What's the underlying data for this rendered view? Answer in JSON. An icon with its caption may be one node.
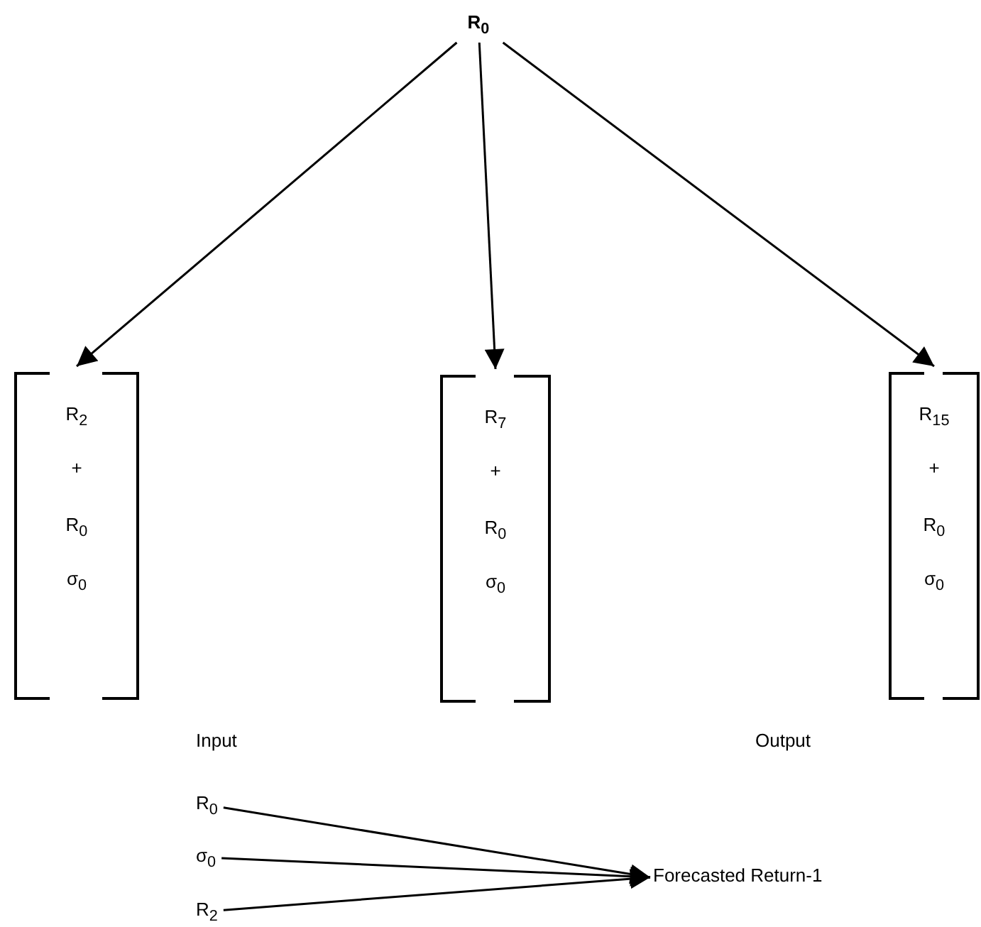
{
  "diagram": {
    "nodes": [
      {
        "text": [
          "R$_{0}$"
        ]
      },
      {
        "text": [
          "R$_{2}$",
          "+",
          "R$_{0}$",
          "σ$_{0}$"
        ]
      },
      {
        "text": [
          "R$_{7}$",
          "+",
          "R$_{0}$",
          "σ$_{0}$"
        ]
      },
      {
        "text": [
          "R$_{15}$",
          "+",
          "R$_{0}$",
          "σ$_{0}$"
        ]
      },
      {
        "text": [
          "R$_{0}$"
        ]
      },
      {
        "text": [
          "σ$_{0}$"
        ]
      },
      {
        "text": [
          "R$_{2}$"
        ]
      },
      {
        "text": [
          "Forecasted Return-1"
        ]
      }
    ],
    "edges": [
      {
        "from": 0,
        "to": 1,
        "arrow": "to"
      },
      {
        "from": 0,
        "to": 2,
        "arrow": "to"
      },
      {
        "from": 0,
        "to": 3,
        "arrow": "to"
      },
      {
        "from": 4,
        "to": 7,
        "arrow": "to"
      },
      {
        "from": 5,
        "to": 7,
        "arrow": "to"
      },
      {
        "from": 6,
        "to": 7,
        "arrow": "to"
      }
    ],
    "labels": [
      "Input",
      "Output"
    ]
  }
}
